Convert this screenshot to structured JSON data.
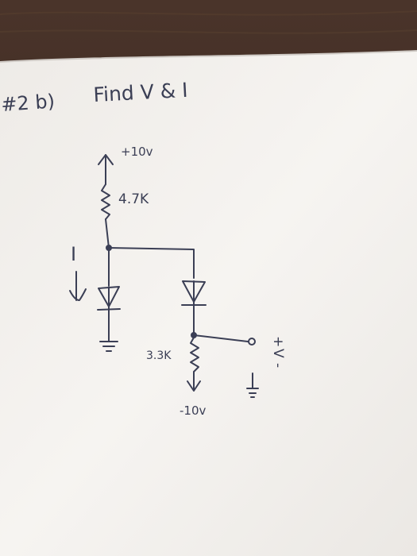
{
  "note": {
    "problem_number": "#2 b)",
    "title": "Find V & I",
    "supply_positive": "+10v",
    "r1": "4.7K",
    "current_label": "I",
    "r2": "3.3K",
    "supply_negative": "-10v",
    "v_plus": "+",
    "v_label": "V",
    "v_minus": "-"
  },
  "colors": {
    "table": "#3a2a22",
    "paper": "#f4f2ef",
    "ink": "#3b3f55"
  }
}
